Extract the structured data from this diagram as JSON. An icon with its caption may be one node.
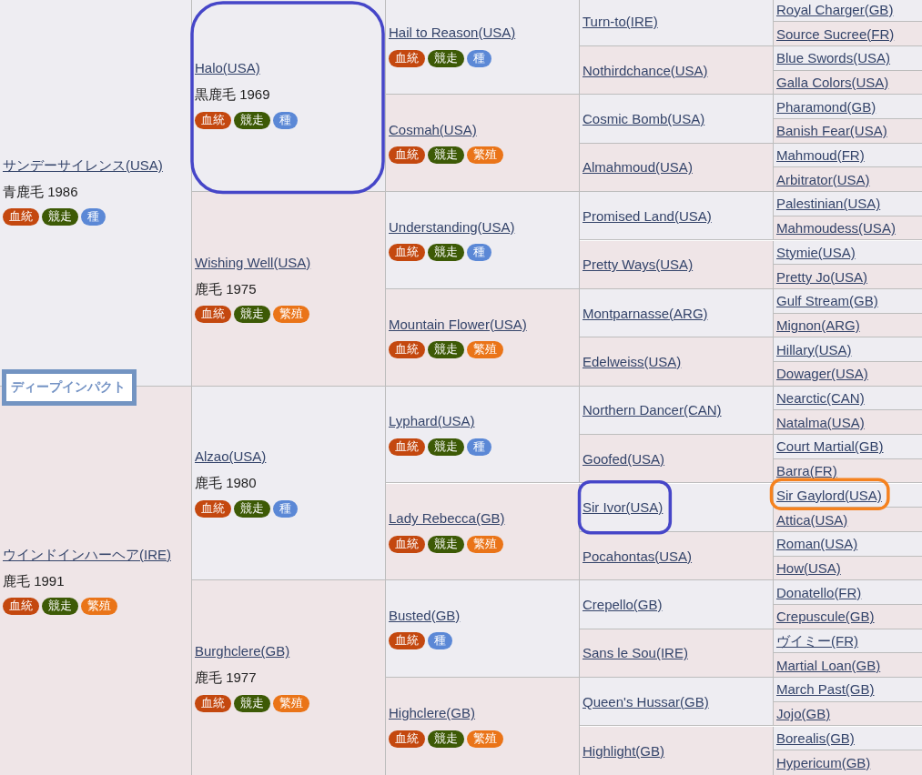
{
  "diagram": {
    "nodes": [
      {
        "text": [
          "ディープインパクト"
        ]
      },
      {
        "text": [
          "サンデーサイレンス(USA)",
          "青鹿毛 1986"
        ]
      },
      {
        "text": [
          "血統"
        ],
        "in": 1
      },
      {
        "text": [
          "競走"
        ],
        "in": 1
      },
      {
        "text": [
          "種"
        ],
        "in": 1
      },
      {
        "text": [
          "Halo(USA)",
          "黒鹿毛 1969"
        ]
      },
      {
        "text": [
          "血統"
        ],
        "in": 5
      },
      {
        "text": [
          "競走"
        ],
        "in": 5
      },
      {
        "text": [
          "種"
        ],
        "in": 5
      },
      {
        "text": [
          "Hail to Reason(USA)"
        ]
      },
      {
        "text": [
          "血統"
        ],
        "in": 9
      },
      {
        "text": [
          "競走"
        ],
        "in": 9
      },
      {
        "text": [
          "種"
        ],
        "in": 9
      },
      {
        "text": [
          "Turn-to(IRE)"
        ]
      },
      {
        "text": [
          "Royal Charger(GB)"
        ]
      },
      {
        "text": [
          "Source Sucree(FR)"
        ]
      },
      {
        "text": [
          "Nothirdchance(USA)"
        ]
      },
      {
        "text": [
          "Blue Swords(USA)"
        ]
      },
      {
        "text": [
          "Galla Colors(USA)"
        ]
      },
      {
        "text": [
          "Cosmah(USA)"
        ]
      },
      {
        "text": [
          "血統"
        ],
        "in": 19
      },
      {
        "text": [
          "競走"
        ],
        "in": 19
      },
      {
        "text": [
          "繁殖"
        ],
        "in": 19
      },
      {
        "text": [
          "Cosmic Bomb(USA)"
        ]
      },
      {
        "text": [
          "Pharamond(GB)"
        ]
      },
      {
        "text": [
          "Banish Fear(USA)"
        ]
      },
      {
        "text": [
          "Almahmoud(USA)"
        ]
      },
      {
        "text": [
          "Mahmoud(FR)"
        ]
      },
      {
        "text": [
          "Arbitrator(USA)"
        ]
      },
      {
        "text": [
          "Wishing Well(USA)",
          "鹿毛 1975"
        ]
      },
      {
        "text": [
          "血統"
        ],
        "in": 29
      },
      {
        "text": [
          "競走"
        ],
        "in": 29
      },
      {
        "text": [
          "繁殖"
        ],
        "in": 29
      },
      {
        "text": [
          "Understanding(USA)"
        ]
      },
      {
        "text": [
          "血統"
        ],
        "in": 33
      },
      {
        "text": [
          "競走"
        ],
        "in": 33
      },
      {
        "text": [
          "種"
        ],
        "in": 33
      },
      {
        "text": [
          "Promised Land(USA)"
        ]
      },
      {
        "text": [
          "Palestinian(USA)"
        ]
      },
      {
        "text": [
          "Mahmoudess(USA)"
        ]
      },
      {
        "text": [
          "Pretty Ways(USA)"
        ]
      },
      {
        "text": [
          "Stymie(USA)"
        ]
      },
      {
        "text": [
          "Pretty Jo(USA)"
        ]
      },
      {
        "text": [
          "Mountain Flower(USA)"
        ]
      },
      {
        "text": [
          "血統"
        ],
        "in": 43
      },
      {
        "text": [
          "競走"
        ],
        "in": 43
      },
      {
        "text": [
          "繁殖"
        ],
        "in": 43
      },
      {
        "text": [
          "Montparnasse(ARG)"
        ]
      },
      {
        "text": [
          "Gulf Stream(GB)"
        ]
      },
      {
        "text": [
          "Mignon(ARG)"
        ]
      },
      {
        "text": [
          "Edelweiss(USA)"
        ]
      },
      {
        "text": [
          "Hillary(USA)"
        ]
      },
      {
        "text": [
          "Dowager(USA)"
        ]
      },
      {
        "text": [
          "ウインドインハーヘア(IRE)",
          "鹿毛 1991"
        ]
      },
      {
        "text": [
          "血統"
        ],
        "in": 53
      },
      {
        "text": [
          "競走"
        ],
        "in": 53
      },
      {
        "text": [
          "繁殖"
        ],
        "in": 53
      },
      {
        "text": [
          "Alzao(USA)",
          "鹿毛 1980"
        ]
      },
      {
        "text": [
          "血統"
        ],
        "in": 57
      },
      {
        "text": [
          "競走"
        ],
        "in": 57
      },
      {
        "text": [
          "種"
        ],
        "in": 57
      },
      {
        "text": [
          "Lyphard(USA)"
        ]
      },
      {
        "text": [
          "血統"
        ],
        "in": 61
      },
      {
        "text": [
          "競走"
        ],
        "in": 61
      },
      {
        "text": [
          "種"
        ],
        "in": 61
      },
      {
        "text": [
          "Northern Dancer(CAN)"
        ]
      },
      {
        "text": [
          "Nearctic(CAN)"
        ]
      },
      {
        "text": [
          "Natalma(USA)"
        ]
      },
      {
        "text": [
          "Goofed(USA)"
        ]
      },
      {
        "text": [
          "Court Martial(GB)"
        ]
      },
      {
        "text": [
          "Barra(FR)"
        ]
      },
      {
        "text": [
          "Lady Rebecca(GB)"
        ]
      },
      {
        "text": [
          "血統"
        ],
        "in": 71
      },
      {
        "text": [
          "競走"
        ],
        "in": 71
      },
      {
        "text": [
          "繁殖"
        ],
        "in": 71
      },
      {
        "text": [
          "Sir Ivor(USA)"
        ]
      },
      {
        "text": [
          "Sir Gaylord(USA)"
        ]
      },
      {
        "text": [
          "Attica(USA)"
        ]
      },
      {
        "text": [
          "Pocahontas(USA)"
        ]
      },
      {
        "text": [
          "Roman(USA)"
        ]
      },
      {
        "text": [
          "How(USA)"
        ]
      },
      {
        "text": [
          "Burghclere(GB)",
          "鹿毛 1977"
        ]
      },
      {
        "text": [
          "血統"
        ],
        "in": 81
      },
      {
        "text": [
          "競走"
        ],
        "in": 81
      },
      {
        "text": [
          "繁殖"
        ],
        "in": 81
      },
      {
        "text": [
          "Busted(GB)"
        ]
      },
      {
        "text": [
          "血統"
        ],
        "in": 85
      },
      {
        "text": [
          "種"
        ],
        "in": 85
      },
      {
        "text": [
          "Crepello(GB)"
        ]
      },
      {
        "text": [
          "Donatello(FR)"
        ]
      },
      {
        "text": [
          "Crepuscule(GB)"
        ]
      },
      {
        "text": [
          "Sans le Sou(IRE)"
        ]
      },
      {
        "text": [
          "ヴイミー(FR)"
        ]
      },
      {
        "text": [
          "Martial Loan(GB)"
        ]
      },
      {
        "text": [
          "Highclere(GB)"
        ]
      },
      {
        "text": [
          "血統"
        ],
        "in": 94
      },
      {
        "text": [
          "競走"
        ],
        "in": 94
      },
      {
        "text": [
          "繁殖"
        ],
        "in": 94
      },
      {
        "text": [
          "Queen's Hussar(GB)"
        ]
      },
      {
        "text": [
          "March Past(GB)"
        ]
      },
      {
        "text": [
          "Jojo(GB)"
        ]
      },
      {
        "text": [
          "Highlight(GB)"
        ]
      },
      {
        "text": [
          "Borealis(GB)"
        ]
      },
      {
        "text": [
          "Hypericum(GB)"
        ]
      }
    ]
  }
}
